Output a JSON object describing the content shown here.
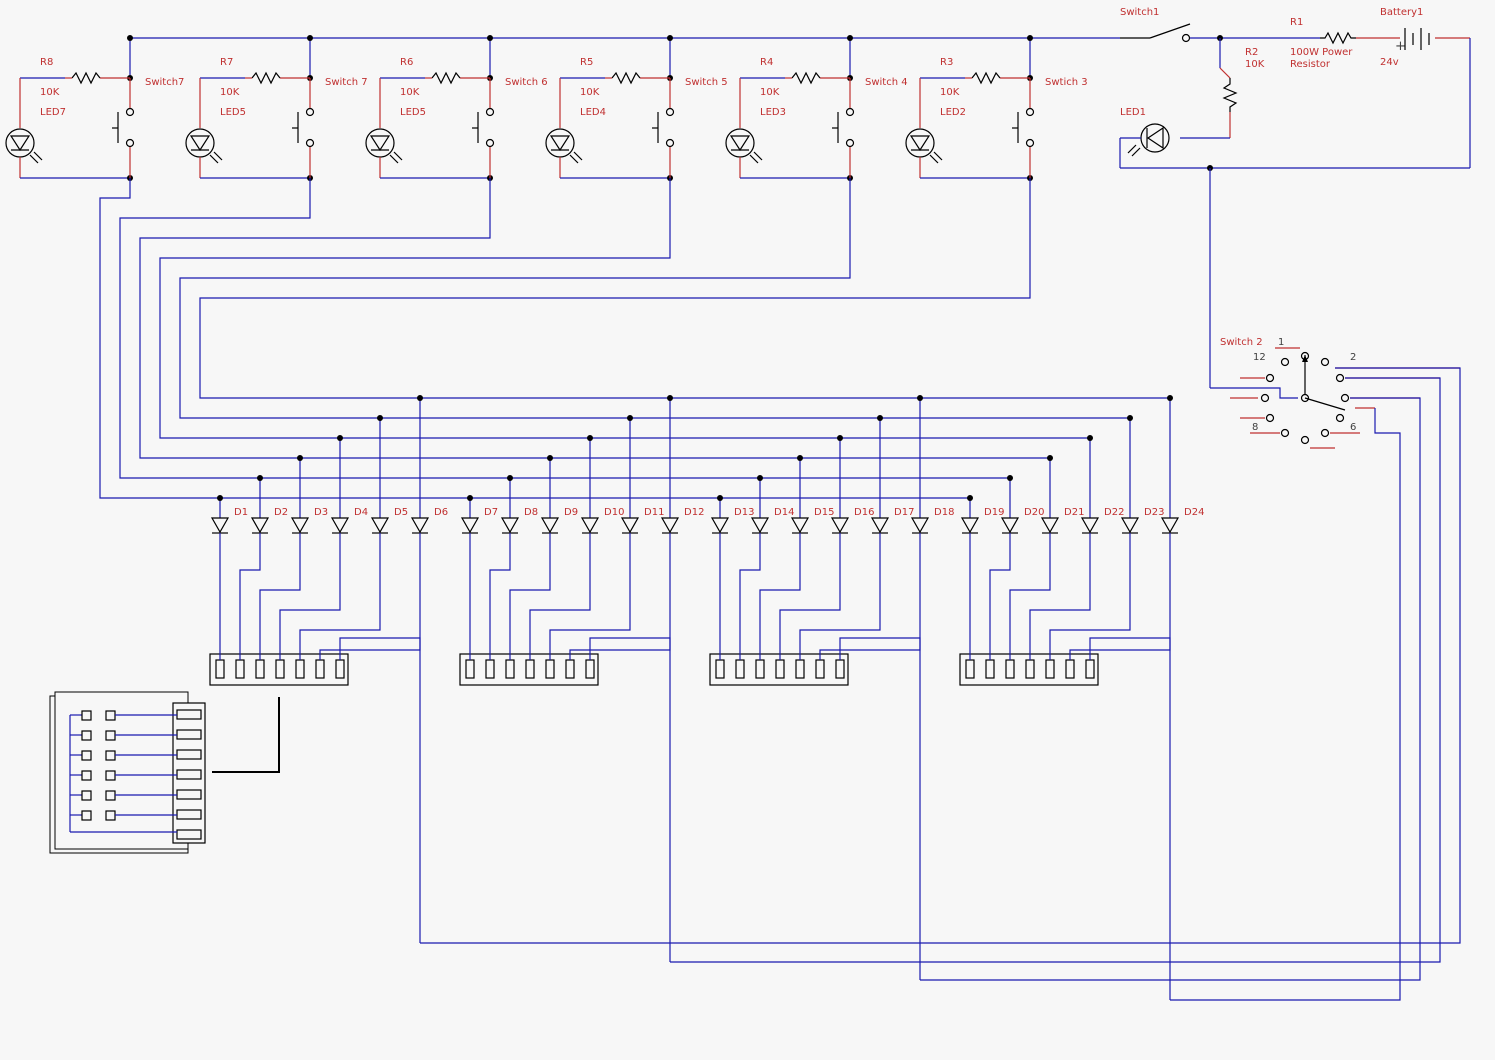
{
  "colors": {
    "wire": "#1a1ab0",
    "label": "#c03030",
    "component": "#000000",
    "background": "#f7f7f7"
  },
  "top": {
    "switch1": "Switch1",
    "r1": "R1",
    "r1_desc_1": "100W Power",
    "r1_desc_2": "Resistor",
    "battery": "Battery1",
    "battery_voltage": "24v",
    "battery_plus": "+",
    "r2": "R2",
    "r2_value": "10K",
    "led1": "LED1"
  },
  "branches": [
    {
      "r": "R8",
      "rv": "10K",
      "led": "LED7",
      "sw": "Switch7"
    },
    {
      "r": "R7",
      "rv": "10K",
      "led": "LED5",
      "sw": "Switch 7"
    },
    {
      "r": "R6",
      "rv": "10K",
      "led": "LED5",
      "sw": "Switch 6"
    },
    {
      "r": "R5",
      "rv": "10K",
      "led": "LED4",
      "sw": "Switch 5"
    },
    {
      "r": "R4",
      "rv": "10K",
      "led": "LED3",
      "sw": "Switch 4"
    },
    {
      "r": "R3",
      "rv": "10K",
      "led": "LED2",
      "sw": "Swtich 3"
    }
  ],
  "rotary": {
    "name": "Switch 2",
    "p1": "1",
    "p2": "2",
    "p12": "12",
    "p8": "8",
    "p6": "6"
  },
  "diodes": [
    "D1",
    "D2",
    "D3",
    "D4",
    "D5",
    "D6",
    "D7",
    "D8",
    "D9",
    "D10",
    "D11",
    "D12",
    "D13",
    "D14",
    "D15",
    "D16",
    "D17",
    "D18",
    "D19",
    "D20",
    "D21",
    "D22",
    "D23",
    "D24"
  ]
}
